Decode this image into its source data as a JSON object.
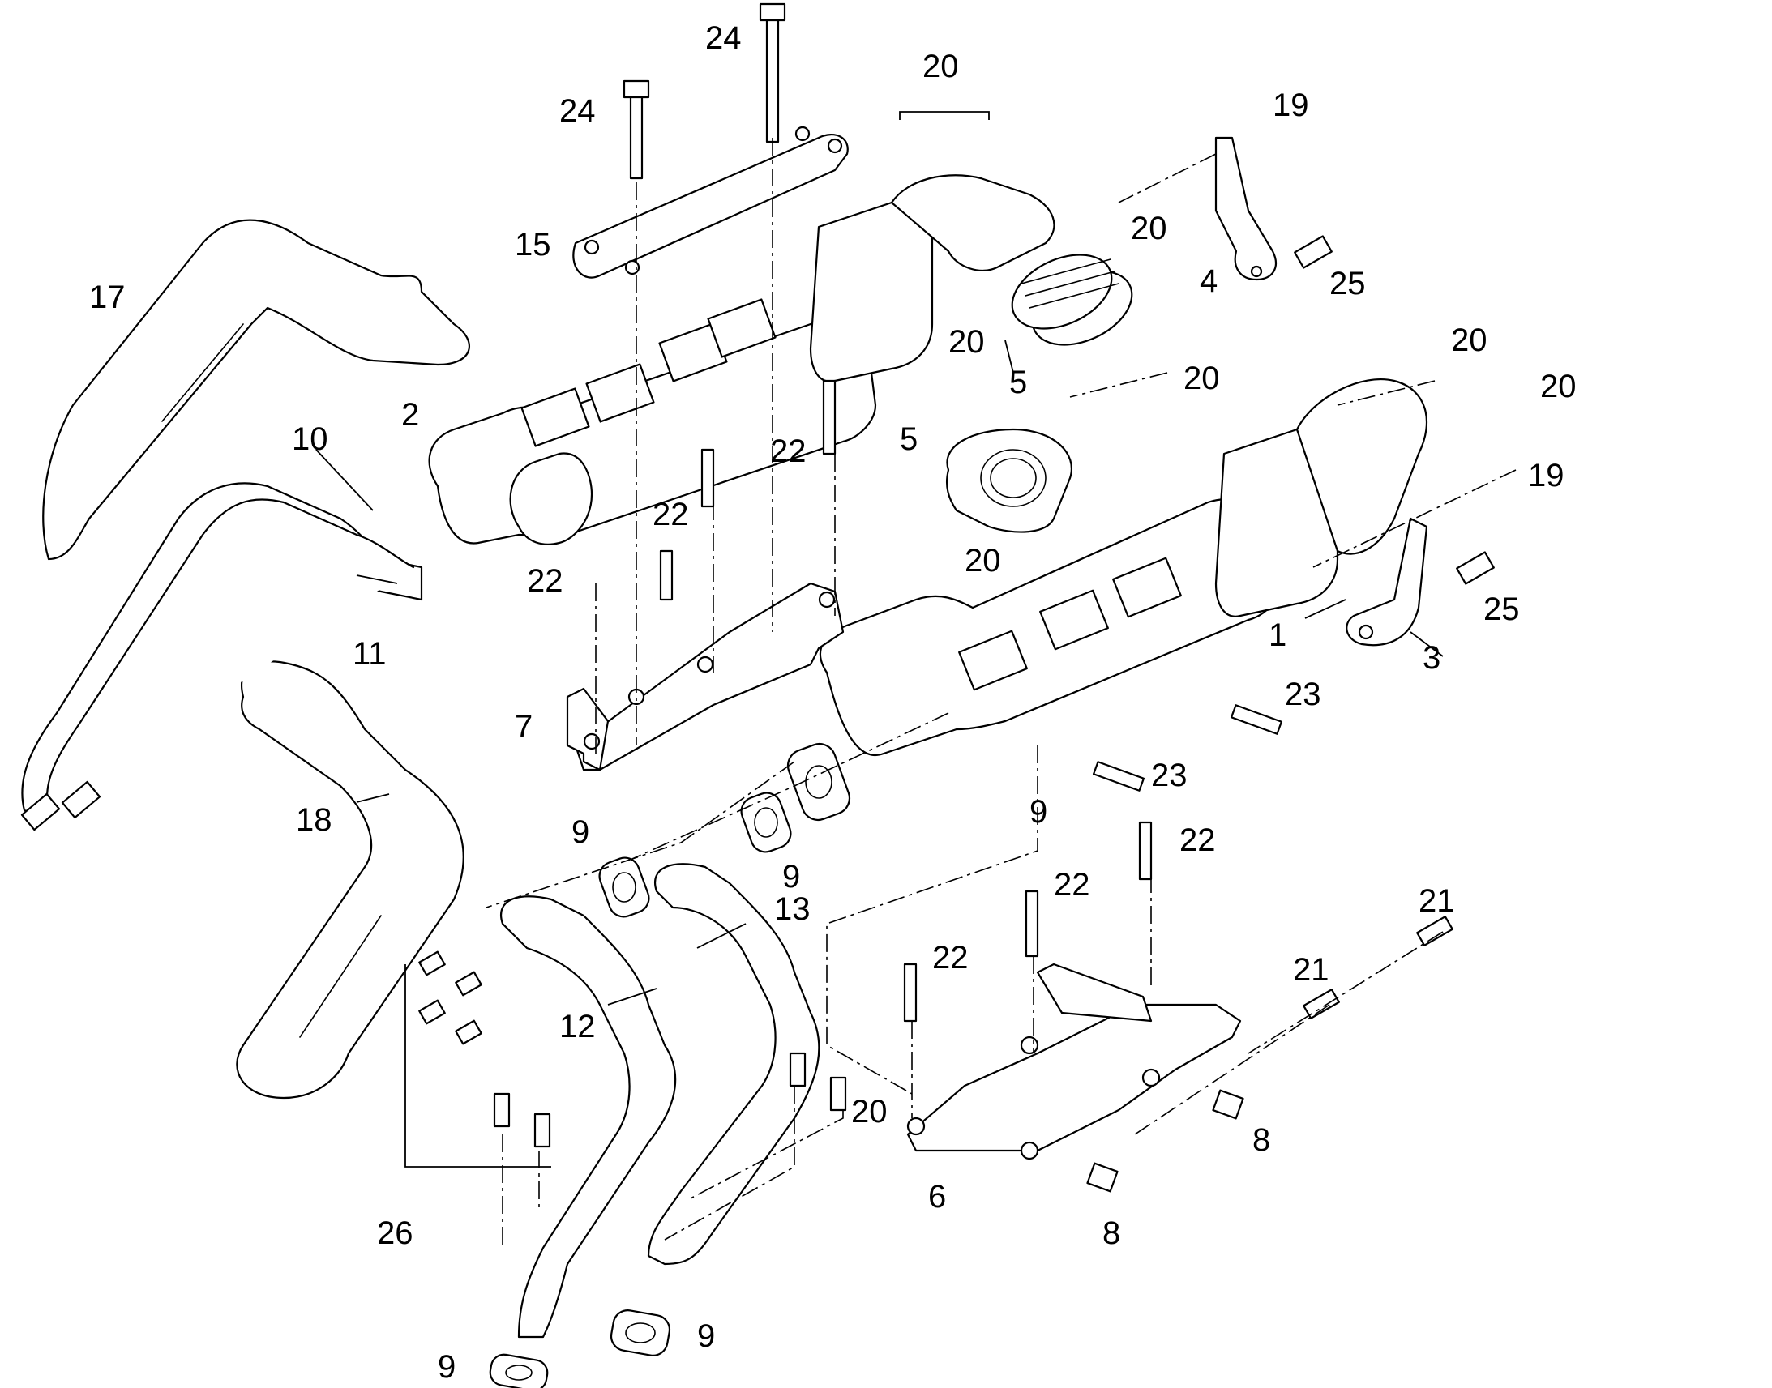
{
  "diagram": {
    "colors": {
      "line": "#000000",
      "background": "#ffffff"
    },
    "callouts": [
      "24",
      "24",
      "20",
      "19",
      "20",
      "4",
      "25",
      "15",
      "17",
      "20",
      "5",
      "20",
      "20",
      "20",
      "2",
      "10",
      "5",
      "22",
      "22",
      "22",
      "20",
      "19",
      "11",
      "25",
      "1",
      "3",
      "7",
      "23",
      "23",
      "18",
      "9",
      "9",
      "22",
      "22",
      "13",
      "22",
      "21",
      "21",
      "12",
      "20",
      "8",
      "26",
      "6",
      "8",
      "9",
      "9",
      "9"
    ]
  }
}
